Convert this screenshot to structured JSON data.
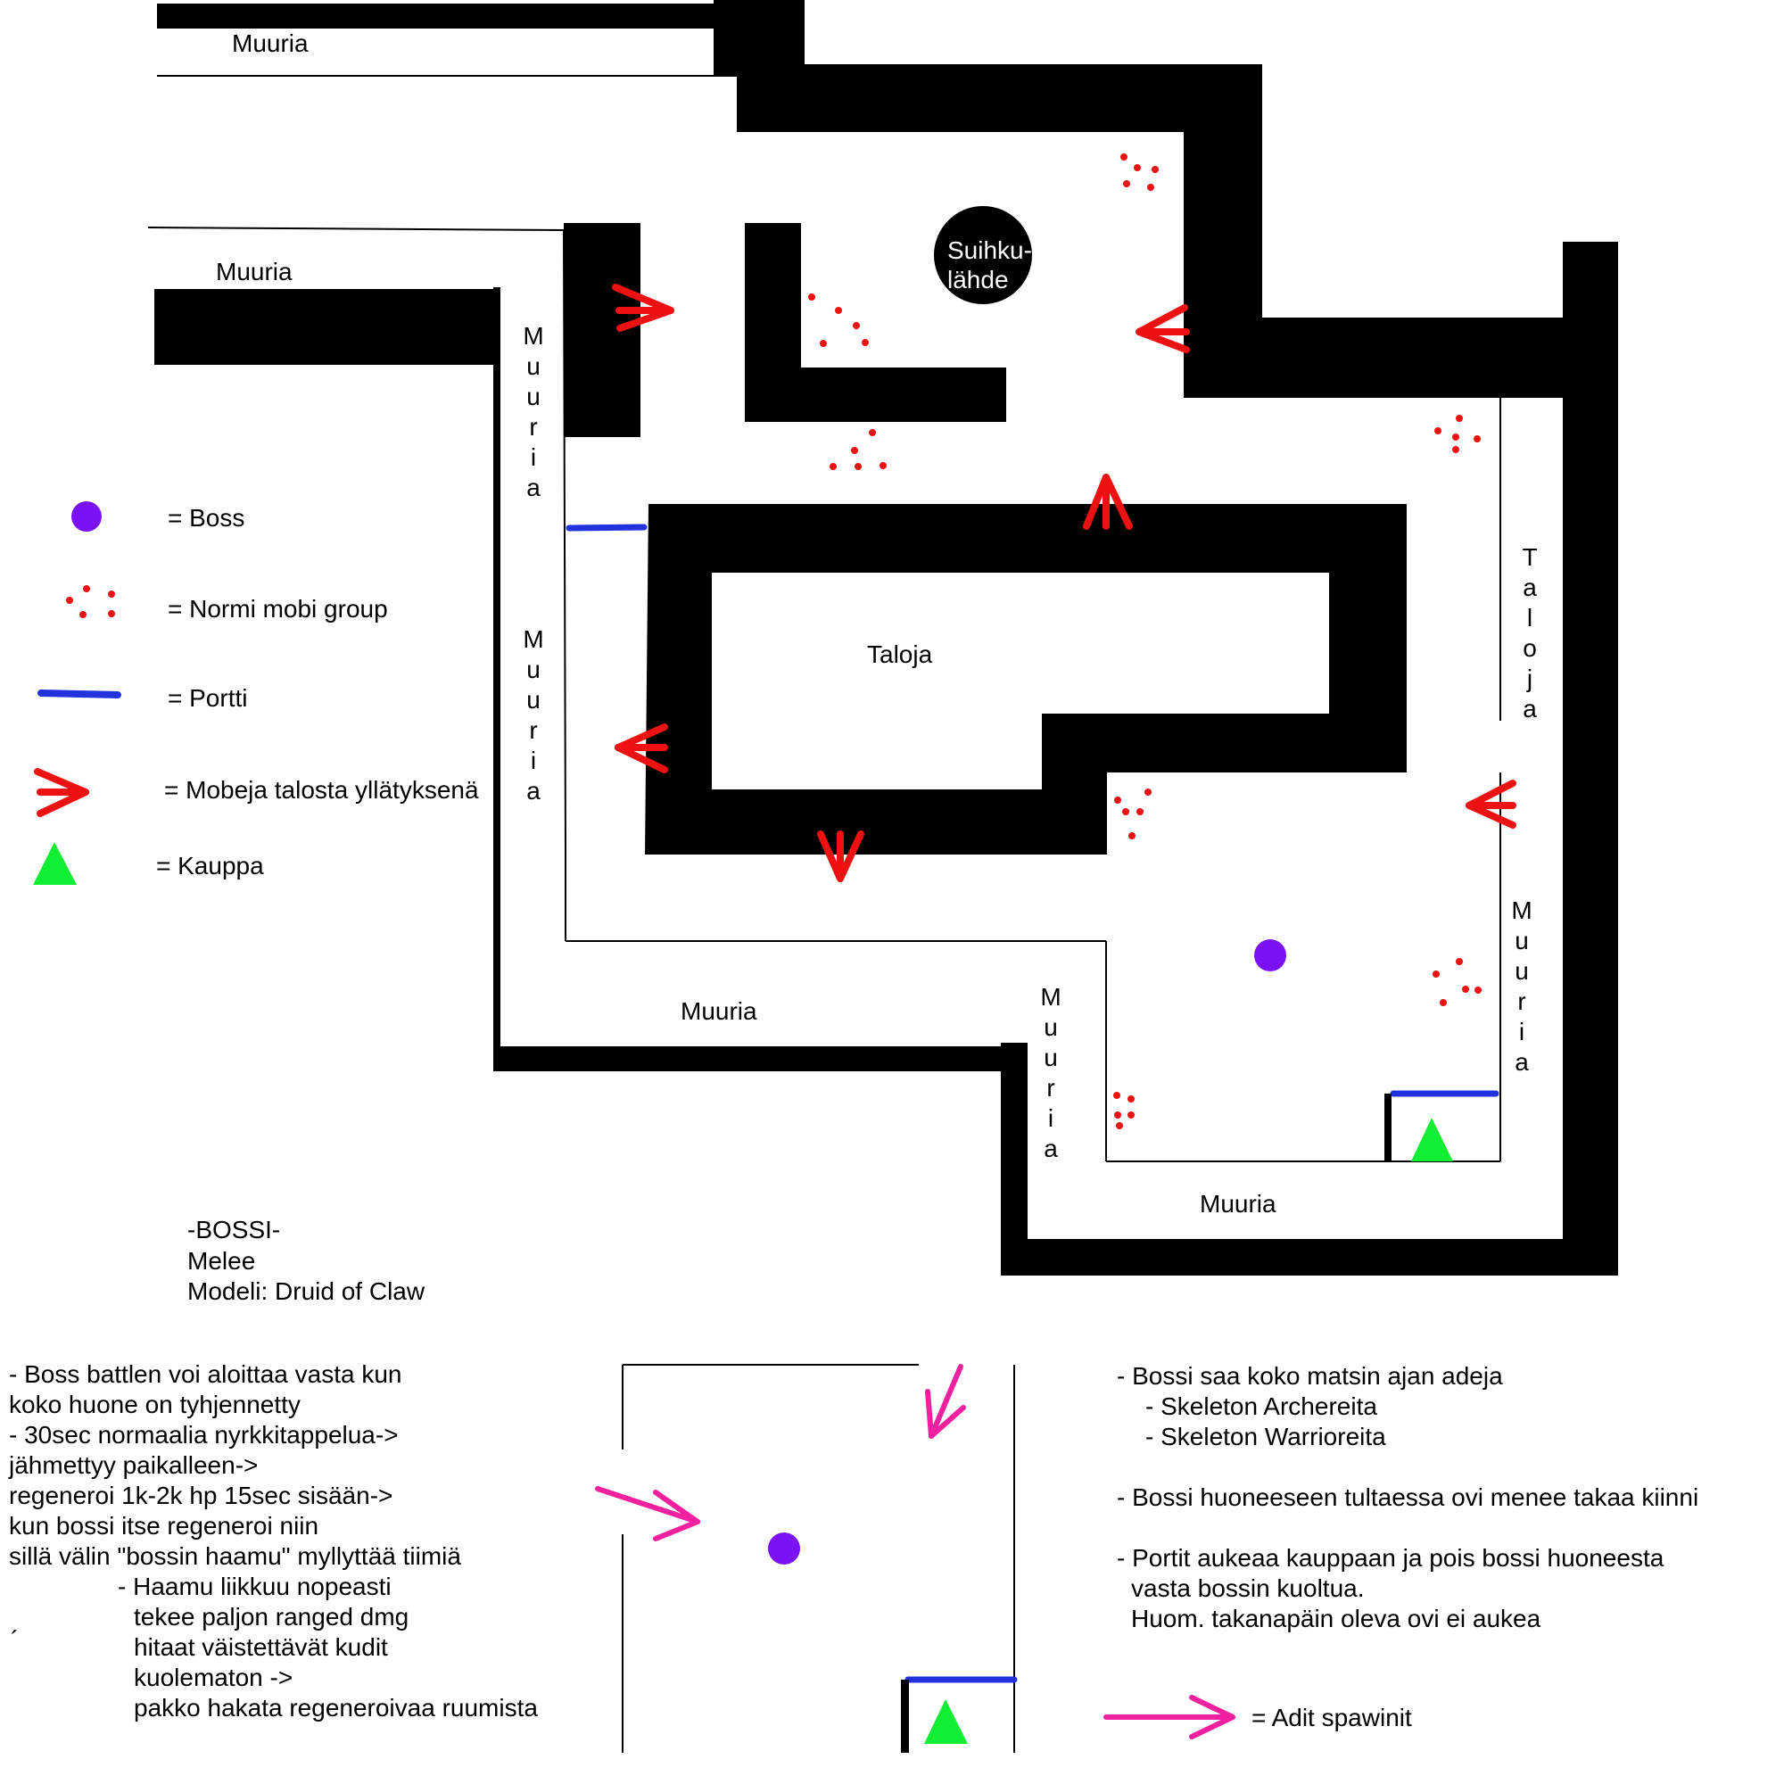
{
  "labels": {
    "muuria_top": "Muuria",
    "muuria_left": "Muuria",
    "muuria_vertical_1": "Muuria",
    "muuria_vertical_2": "Muuria",
    "muuria_mid_bottom": "Muuria",
    "muuria_vertical_3": "Muuria",
    "muuria_vertical_4": "Muuria",
    "muuria_bottom": "Muuria",
    "taloja_top": "Taloja",
    "taloja_right": "Taloja",
    "taloja_inner": "Taloja",
    "taloja_center": "Taloja",
    "taloja_vertical": "Taloja",
    "fountain_line1": "Suihku-",
    "fountain_line2": "lähde"
  },
  "legend": {
    "boss": "= Boss",
    "mob_group": "= Normi mobi group",
    "gate": "= Portti",
    "ambush": "= Mobeja talosta yllätyksenä",
    "shop": "= Kauppa",
    "adds": "= Adit spawinit"
  },
  "boss_info": [
    "-BOSSI-",
    "Melee",
    "Modeli: Druid of Claw"
  ],
  "notes_left": [
    "- Boss battlen voi aloittaa vasta kun",
    "koko huone on tyhjennetty",
    "- 30sec normaalia nyrkkitappelua->",
    "jähmettyy paikalleen->",
    "regeneroi 1k-2k hp 15sec sisään->",
    "kun bossi itse regeneroi  niin",
    "sillä välin \"bossin haamu\" myllyttää tiimiä",
    "- Haamu liikkuu nopeasti",
    "tekee paljon ranged dmg",
    "hitaat väistettävät kudit",
    "kuolematon ->",
    "pakko hakata regeneroivaa ruumista"
  ],
  "stray_mark": "´",
  "notes_right": [
    "- Bossi saa koko matsin ajan adeja",
    "- Skeleton Archereita",
    "- Skeleton Warrioreita",
    "- Bossi huoneeseen tultaessa ovi menee takaa kiinni",
    "- Portit aukeaa kauppaan ja pois bossi huoneesta",
    "vasta bossin kuoltua.",
    "Huom. takanapäin oleva ovi ei aukea"
  ],
  "colors": {
    "wall": "#000000",
    "boss": "#7a12f5",
    "mob": "#ee1111",
    "gate": "#2233dd",
    "ambush_arrow": "#ee1111",
    "shop": "#11ee33",
    "add_arrow": "#f020a0"
  }
}
